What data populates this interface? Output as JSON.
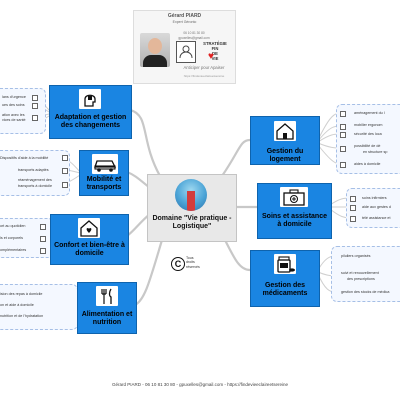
{
  "header": {
    "name": "Gérard PIARD",
    "role": "Expert Géronto",
    "phone": "06 10 81 30 80",
    "email": "gpuxelles@gmail.com",
    "brand_line1": "STRATÉGIE",
    "brand_line2": "FIN",
    "brand_line3": "DE",
    "brand_line4": "VIE",
    "tagline": "Anticiper pour Apaiser",
    "site": "https://findevieeclaireetsereine"
  },
  "center": {
    "title": "Domaine \"Vie pratique - Logistique\"",
    "copyright_line1": "Tous",
    "copyright_line2": "droits",
    "copyright_line3": "réservés"
  },
  "branches": {
    "adaptation": {
      "label": "Adaptation et gestion des changements",
      "icon": "puzzle-head-icon",
      "leaves": [
        "lans d'urgence",
        "ues des soins",
        "ation avec les",
        "vices de santé"
      ]
    },
    "mobilite": {
      "label": "Mobilité et transports",
      "icon": "car-icon",
      "leaves": [
        "Dispositifs d'aide à la mobilité",
        "transports adaptés",
        "réaménagement des",
        "transports à domicile"
      ]
    },
    "confort": {
      "label": "Confort et bien-être à domicile",
      "icon": "house-heart-icon",
      "leaves": [
        "ort au quotidien",
        "ls et corporels",
        "omplémentaires"
      ]
    },
    "alimentation": {
      "label": "Alimentation et nutrition",
      "icon": "fork-knife-icon",
      "leaves": [
        "ision des repas à domicile",
        "on et aide à domicile",
        "nutrition et de l'hydratation"
      ]
    },
    "logement": {
      "label": "Gestion du logement",
      "icon": "house-icon",
      "leaves": [
        "aménagement du l",
        "mobilier ergonom",
        "sécurité des loca",
        "possibilité de dé",
        "en structure sp",
        "aides à domicile"
      ]
    },
    "soins": {
      "label": "Soins et assistance à domicile",
      "icon": "medical-kit-icon",
      "leaves": [
        "soins infirmiers",
        "aide aux gestes d",
        "télé assistance et"
      ]
    },
    "medicaments": {
      "label": "Gestion des médicaments",
      "icon": "pill-bottle-icon",
      "leaves": [
        "piluliers organisés",
        "suivi et renouvellement",
        "des prescriptions",
        "gestion des stocks de médica"
      ]
    }
  },
  "footer": {
    "text": "Gérard PIARD - 06 10 81 30 80 - gpuxelles@gmail.com - https://findevieeclaireetsereine"
  },
  "colors": {
    "branch_fill": "#1a85e2",
    "connector": "#c8c8c8",
    "leaf_border": "#a6bfe6"
  }
}
